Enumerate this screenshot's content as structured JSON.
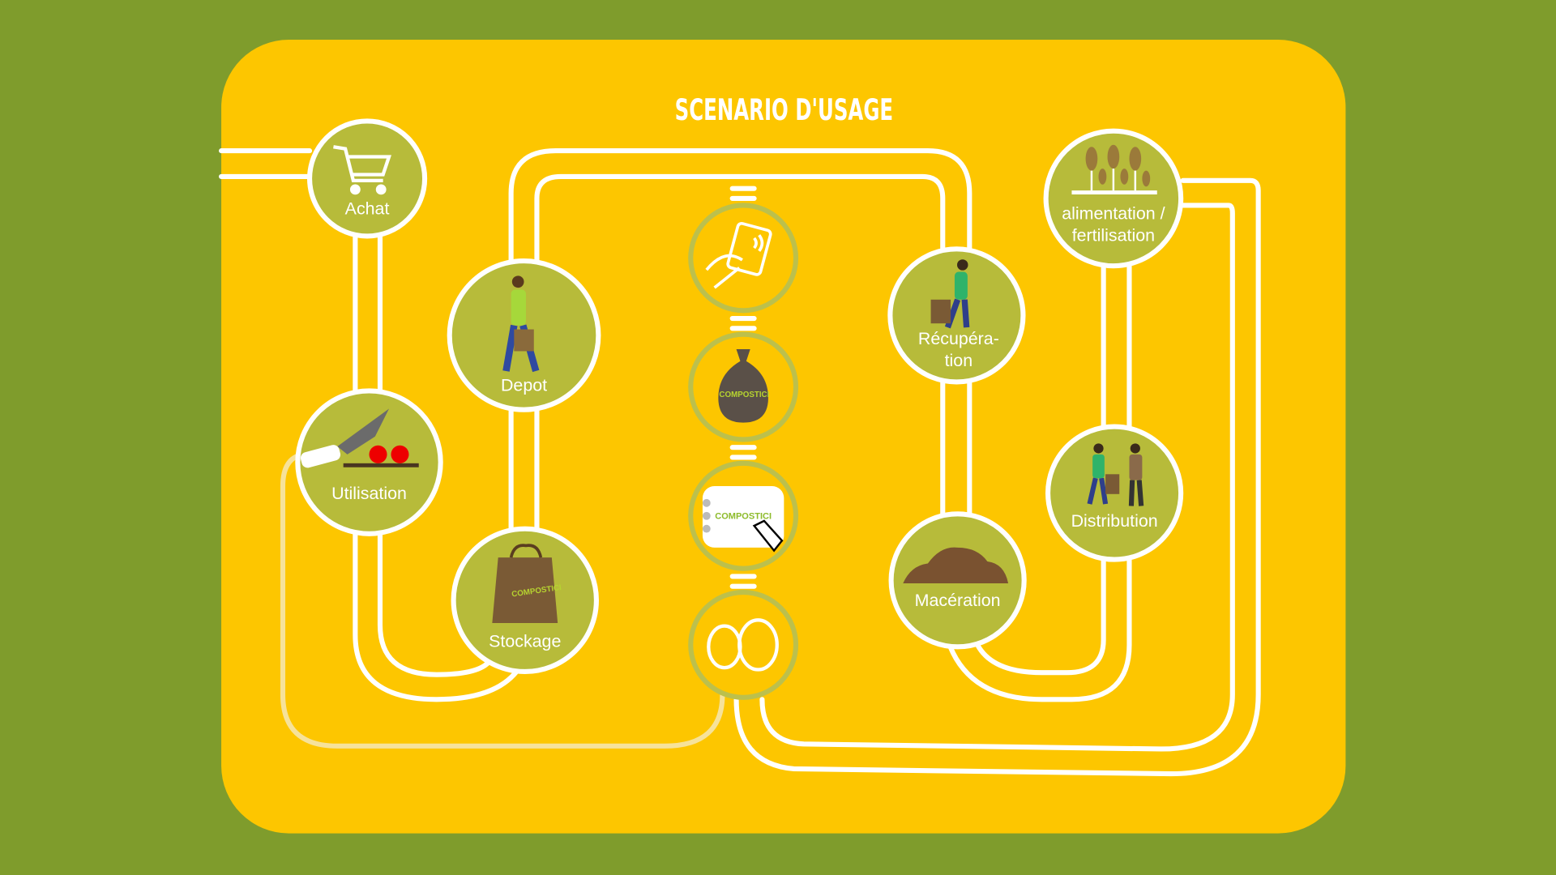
{
  "title": "SCENARIO D'USAGE",
  "colors": {
    "background": "#7f9c2c",
    "panel": "#fdc600",
    "node": "#b7bb3a",
    "brand_green": "#8dbb2b"
  },
  "nodes": {
    "achat": {
      "label": "Achat",
      "icon": "shopping-cart-icon"
    },
    "depot": {
      "label": "Depot",
      "icon": "person-carrying-bag-icon"
    },
    "utilisation": {
      "label": "Utilisation",
      "icon": "knife-tomatoes-icon"
    },
    "stockage": {
      "label": "Stockage",
      "icon": "paper-bag-icon"
    },
    "recuperation": {
      "label_line1": "Récupéra-",
      "label_line2": "tion",
      "icon": "person-carrying-bag-icon"
    },
    "maceration": {
      "label": "Macération",
      "icon": "soil-pile-icon"
    },
    "alimentation": {
      "label_line1": "alimentation /",
      "label_line2": "fertilisation",
      "icon": "wheat-icon"
    },
    "distribution": {
      "label": "Distribution",
      "icon": "two-people-icon"
    }
  },
  "center_steps": [
    {
      "icon": "contactless-card-icon"
    },
    {
      "icon": "trash-bag-icon",
      "brand": "COMPOSTICI"
    },
    {
      "icon": "app-touch-icon",
      "brand": "COMPOSTICI"
    },
    {
      "icon": "eggs-icon"
    }
  ]
}
